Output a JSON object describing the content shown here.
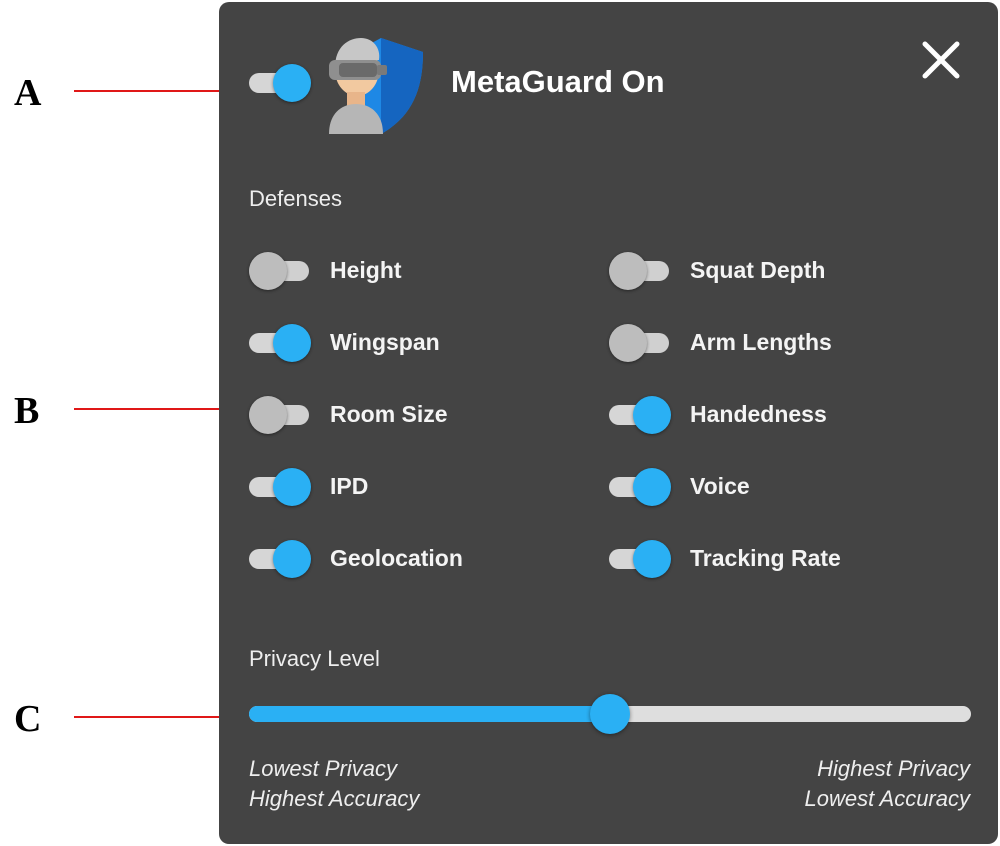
{
  "callouts": [
    "A",
    "B",
    "C"
  ],
  "header": {
    "toggle_on": true,
    "title": "MetaGuard On",
    "logo_icon": "vr-headset-shield-icon",
    "close_icon": "close-icon"
  },
  "defenses": {
    "label": "Defenses",
    "left": [
      {
        "label": "Height",
        "on": false
      },
      {
        "label": "Wingspan",
        "on": true
      },
      {
        "label": "Room Size",
        "on": false
      },
      {
        "label": "IPD",
        "on": true
      },
      {
        "label": "Geolocation",
        "on": true
      }
    ],
    "right": [
      {
        "label": "Squat Depth",
        "on": false
      },
      {
        "label": "Arm Lengths",
        "on": false
      },
      {
        "label": "Handedness",
        "on": true
      },
      {
        "label": "Voice",
        "on": true
      },
      {
        "label": "Tracking Rate",
        "on": true
      }
    ]
  },
  "privacy": {
    "label": "Privacy Level",
    "level": 0.5,
    "left_line1": "Lowest Privacy",
    "left_line2": "Highest Accuracy",
    "right_line1": "Highest Privacy",
    "right_line2": "Lowest Accuracy"
  },
  "colors": {
    "panel": "#444444",
    "accent": "#2ab0f4",
    "callout_line": "#e01818"
  }
}
